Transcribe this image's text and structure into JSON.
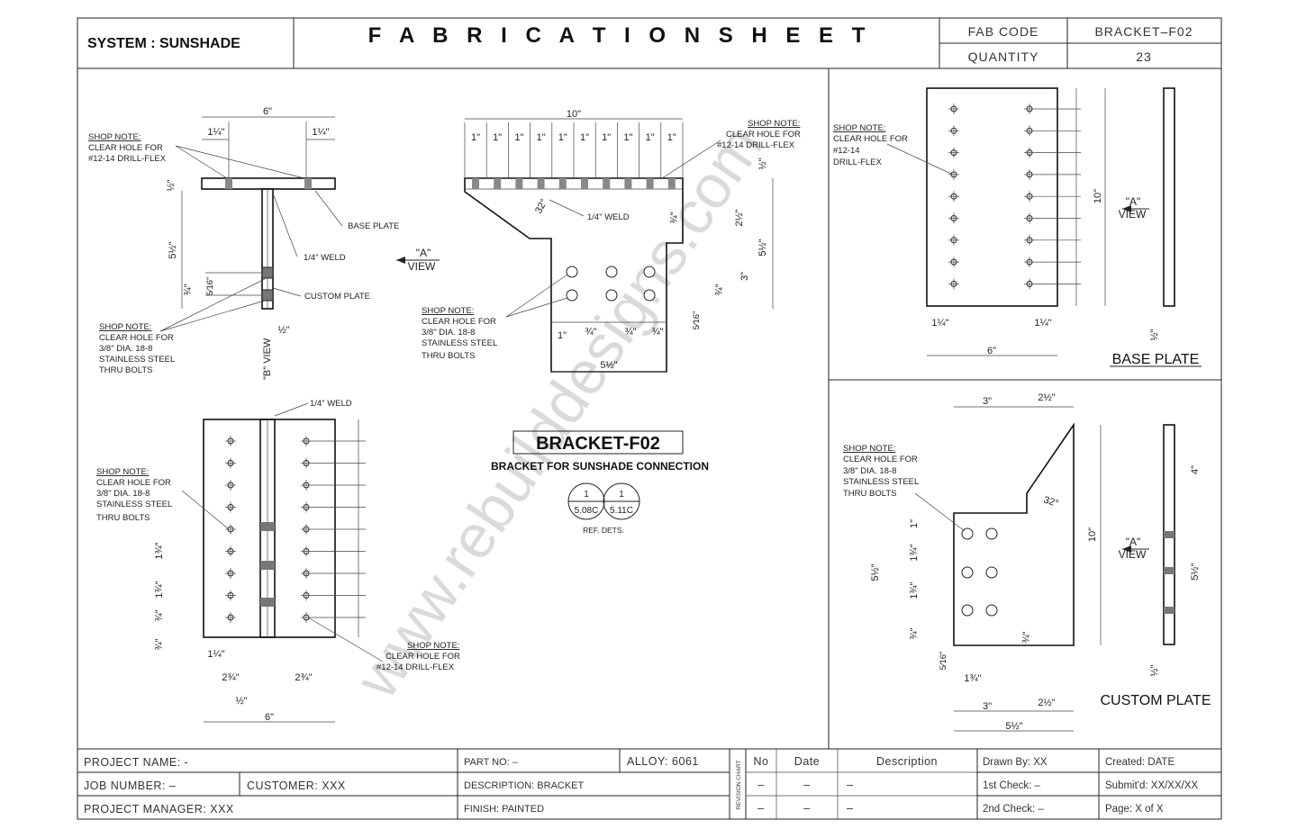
{
  "header": {
    "system": "SYSTEM : SUNSHADE",
    "title": "F A B R I C A T I O N   S H E E T",
    "fab_code_label": "FAB CODE",
    "fab_code_value": "BRACKET–F02",
    "quantity_label": "QUANTITY",
    "quantity_value": "23"
  },
  "watermark": "www.rebuilddesigns.com",
  "center_title": {
    "name": "BRACKET-F02",
    "subtitle": "BRACKET FOR SUNSHADE CONNECTION",
    "ref_1_top": "1",
    "ref_1_bottom": "5.08C",
    "ref_2_top": "1",
    "ref_2_bottom": "5.11C",
    "ref_label": "REF. DETS."
  },
  "notes": {
    "shop_note": "SHOP NOTE:",
    "drill_flex_1": "CLEAR HOLE FOR",
    "drill_flex_2": "#12-14 DRILL-FLEX",
    "bolt_1": "CLEAR HOLE FOR",
    "bolt_2": "3/8\" DIA. 18-8",
    "bolt_3": "STAINLESS STEEL",
    "bolt_4": "THRU BOLTS",
    "base_plate": "BASE PLATE",
    "custom_plate": "CUSTOM PLATE",
    "weld": "1/4\" WELD",
    "view_a_1": "\"A\"",
    "view_a_2": "VIEW",
    "view_b": "\"B\" VIEW",
    "base_plate_title": "BASE PLATE",
    "custom_plate_title": "CUSTOM PLATE",
    "bp_drill_1": "CLEAR HOLE FOR",
    "bp_drill_2": "#12-14",
    "bp_drill_3": "DRILL-FLEX"
  },
  "dims": {
    "six": "6\"",
    "ten": "10\"",
    "three": "3\"",
    "one": "1\"",
    "one_q": "1¼\"",
    "half": "½\"",
    "five_half": "5½\"",
    "two_half": "2½\"",
    "two_3q": "2¾\"",
    "three_q": "¾\"",
    "one_3q": "1¾\"",
    "four": "4\"",
    "five_16": "5⁄16\"",
    "angle": "32°"
  },
  "title_block": {
    "project_name": "PROJECT NAME: -",
    "job_number": "JOB NUMBER: –",
    "customer": "CUSTOMER: XXX",
    "project_manager": "PROJECT MANAGER: XXX",
    "part_no": "PART NO: –",
    "alloy": "ALLOY: 6061",
    "description": "DESCRIPTION: BRACKET",
    "finish": "FINISH: PAINTED",
    "revision_chart": "REVISION CHART",
    "col_no": "No",
    "col_date": "Date",
    "col_desc": "Description",
    "dash": "–",
    "drawn_by": "Drawn By: XX",
    "first_check": "1st Check: –",
    "second_check": "2nd Check: –",
    "created": "Created: DATE",
    "submitd": "Submit'd: XX/XX/XX",
    "page": "Page: X of X"
  }
}
